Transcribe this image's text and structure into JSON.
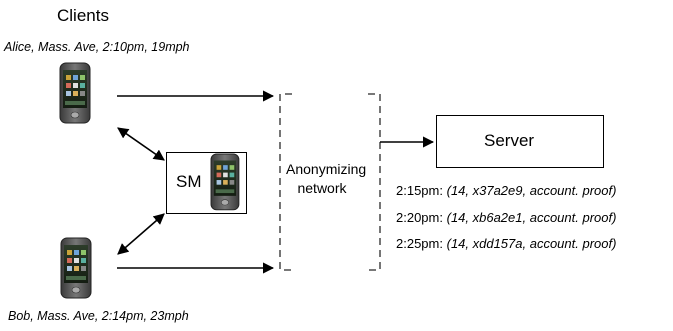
{
  "title": "Clients",
  "alice_label": "Alice, Mass. Ave, 2:10pm, 19mph",
  "bob_label": "Bob, Mass. Ave, 2:14pm, 23mph",
  "sm_label": "SM",
  "anonymizing_label_line1": "Anonymizing",
  "anonymizing_label_line2": "network",
  "server_label": "Server",
  "messages": [
    {
      "time": "2:15pm:",
      "payload": "(14, x37a2e9, account. proof)"
    },
    {
      "time": "2:20pm:",
      "payload": "(14, xb6a2e1, account. proof)"
    },
    {
      "time": "2:25pm:",
      "payload": "(14, xdd157a, account. proof)"
    }
  ],
  "icons": [
    "phone-icon",
    "phone-icon",
    "phone-icon"
  ]
}
